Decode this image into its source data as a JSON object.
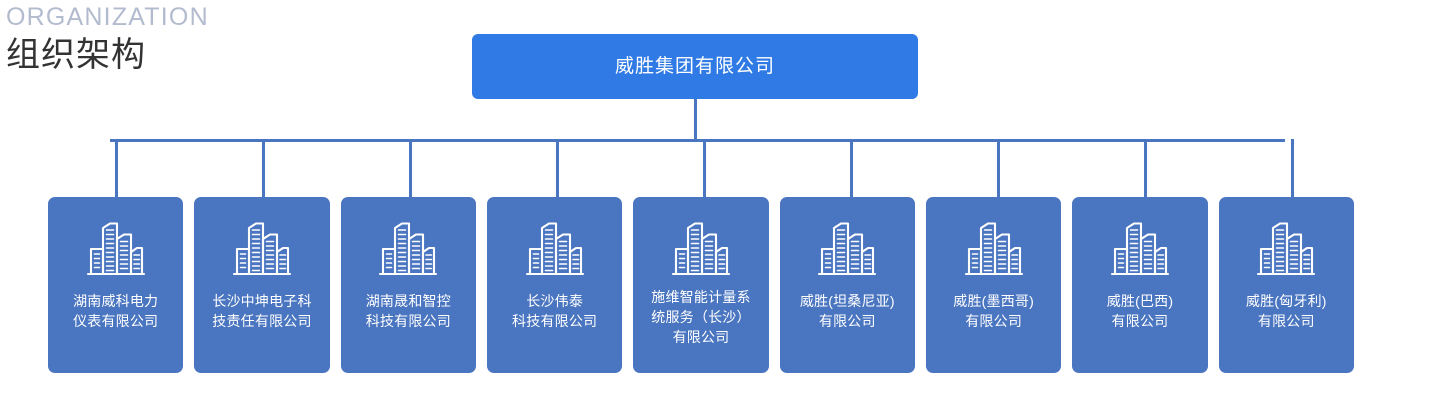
{
  "header": {
    "eyebrow": "ORGANIZATION",
    "title": "组织架构"
  },
  "colors": {
    "root_node_bg": "#2f7ae5",
    "child_node_bg": "#4a75c0",
    "connector_line": "#4a75c0",
    "eyebrow_text": "#b3bbcf",
    "title_text": "#333333",
    "node_text": "#ffffff",
    "page_bg": "#ffffff"
  },
  "chart_data": {
    "type": "diagram",
    "diagram_type": "organization-chart",
    "orientation": "top-down",
    "levels": 2,
    "root": {
      "label": "威胜集团有限公司",
      "icon": "none"
    },
    "children": [
      {
        "label": "湖南威科电力\n仪表有限公司",
        "icon": "building-icon",
        "lines": 2
      },
      {
        "label": "长沙中坤电子科\n技责任有限公司",
        "icon": "building-icon",
        "lines": 2
      },
      {
        "label": "湖南晟和智控\n科技有限公司",
        "icon": "building-icon",
        "lines": 2
      },
      {
        "label": "长沙伟泰\n科技有限公司",
        "icon": "building-icon",
        "lines": 2
      },
      {
        "label": "施维智能计量系\n统服务（长沙）\n有限公司",
        "icon": "building-icon",
        "lines": 3
      },
      {
        "label": "威胜(坦桑尼亚)\n有限公司",
        "icon": "building-icon",
        "lines": 2
      },
      {
        "label": "威胜(墨西哥)\n有限公司",
        "icon": "building-icon",
        "lines": 2
      },
      {
        "label": "威胜(巴西)\n有限公司",
        "icon": "building-icon",
        "lines": 2
      },
      {
        "label": "威胜(匈牙利)\n有限公司",
        "icon": "building-icon",
        "lines": 2
      }
    ],
    "child_count": 9
  }
}
